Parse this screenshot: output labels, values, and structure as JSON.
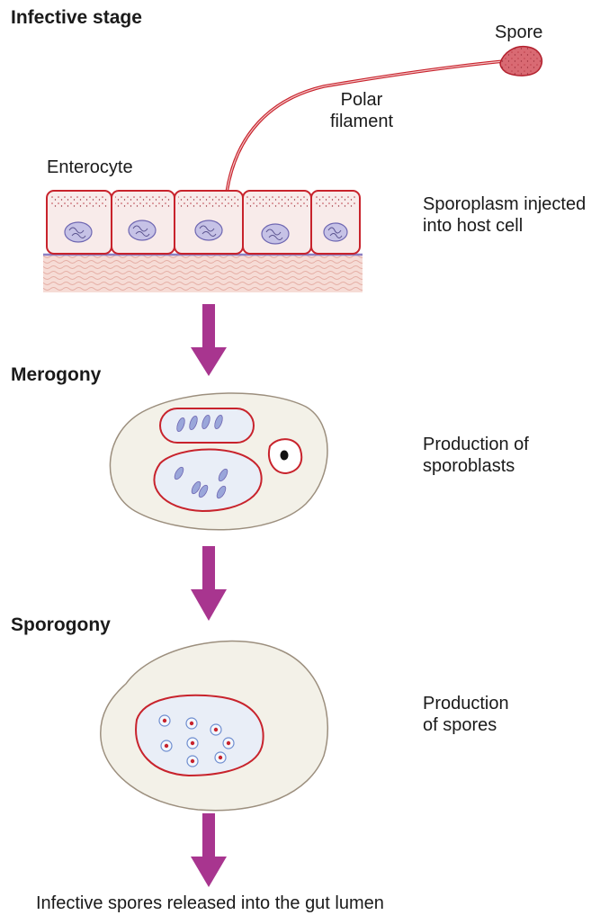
{
  "stages": {
    "infective": "Infective stage",
    "merogony": "Merogony",
    "sporogony": "Sporogony"
  },
  "labels": {
    "spore": "Spore",
    "polar_filament_1": "Polar",
    "polar_filament_2": "filament",
    "enterocyte": "Enterocyte",
    "injected_1": "Sporoplasm injected",
    "injected_2": "into host cell",
    "sporoblasts_1": "Production of",
    "sporoblasts_2": "sporoblasts",
    "spores_1": "Production",
    "spores_2": "of spores",
    "released": "Infective spores released into the gut lumen"
  },
  "colors": {
    "arrow": "#a8358f",
    "membrane": "#c8232c",
    "cell_fill": "#f6ecec",
    "host_fill": "#f3f1e8",
    "vacuole_fill": "#e9eef7",
    "nucleus": "#8d88c6",
    "tissue": "#f0c6bf",
    "basement": "#8b80c4"
  }
}
